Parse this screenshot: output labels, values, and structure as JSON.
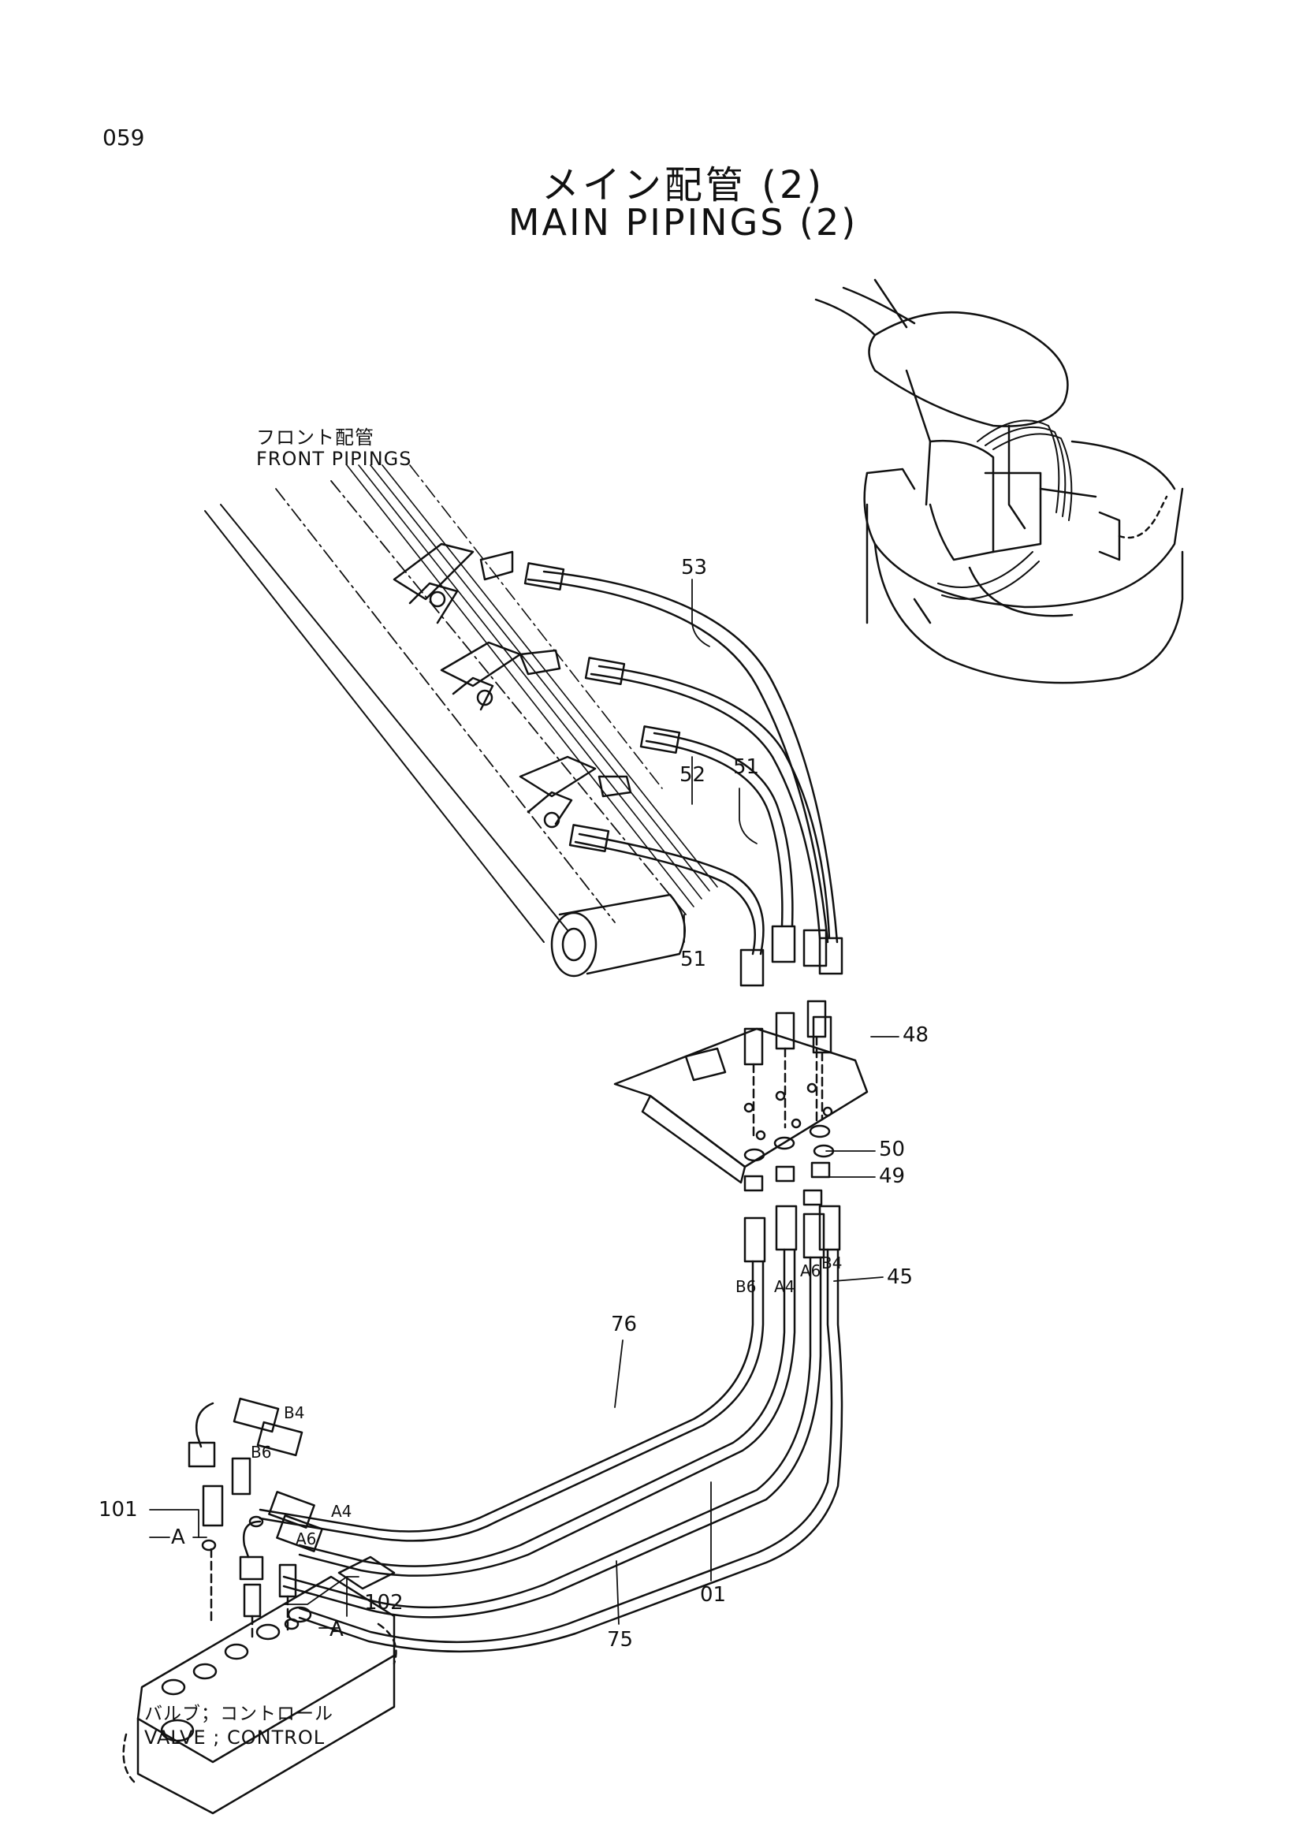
{
  "page_number": "059",
  "title_jp": "メイン配管 (2)",
  "title_en": "MAIN PIPINGS (2)",
  "front_pipings": {
    "jp": "フロント配管",
    "en": "FRONT PIPINGS"
  },
  "valve_control": {
    "jp": "バルブ；コントロール",
    "en": "VALVE ; CONTROL"
  },
  "part_callouts": {
    "p53": "53",
    "p52": "52",
    "p51a": "51",
    "p51b": "51",
    "p48": "48",
    "p50": "50",
    "p49": "49",
    "p45": "45",
    "p76": "76",
    "p01": "01",
    "p75": "75",
    "p101": "101",
    "p102": "102"
  },
  "port_labels": {
    "b6_top": "B6",
    "a4_top": "A4",
    "a6_top": "A6",
    "b4_top": "B4",
    "b4_left": "B4",
    "b6_left": "B6",
    "a4_left": "A4",
    "a6_left": "A6"
  },
  "detail_marks": {
    "a_left": "A",
    "a_right": "A"
  }
}
